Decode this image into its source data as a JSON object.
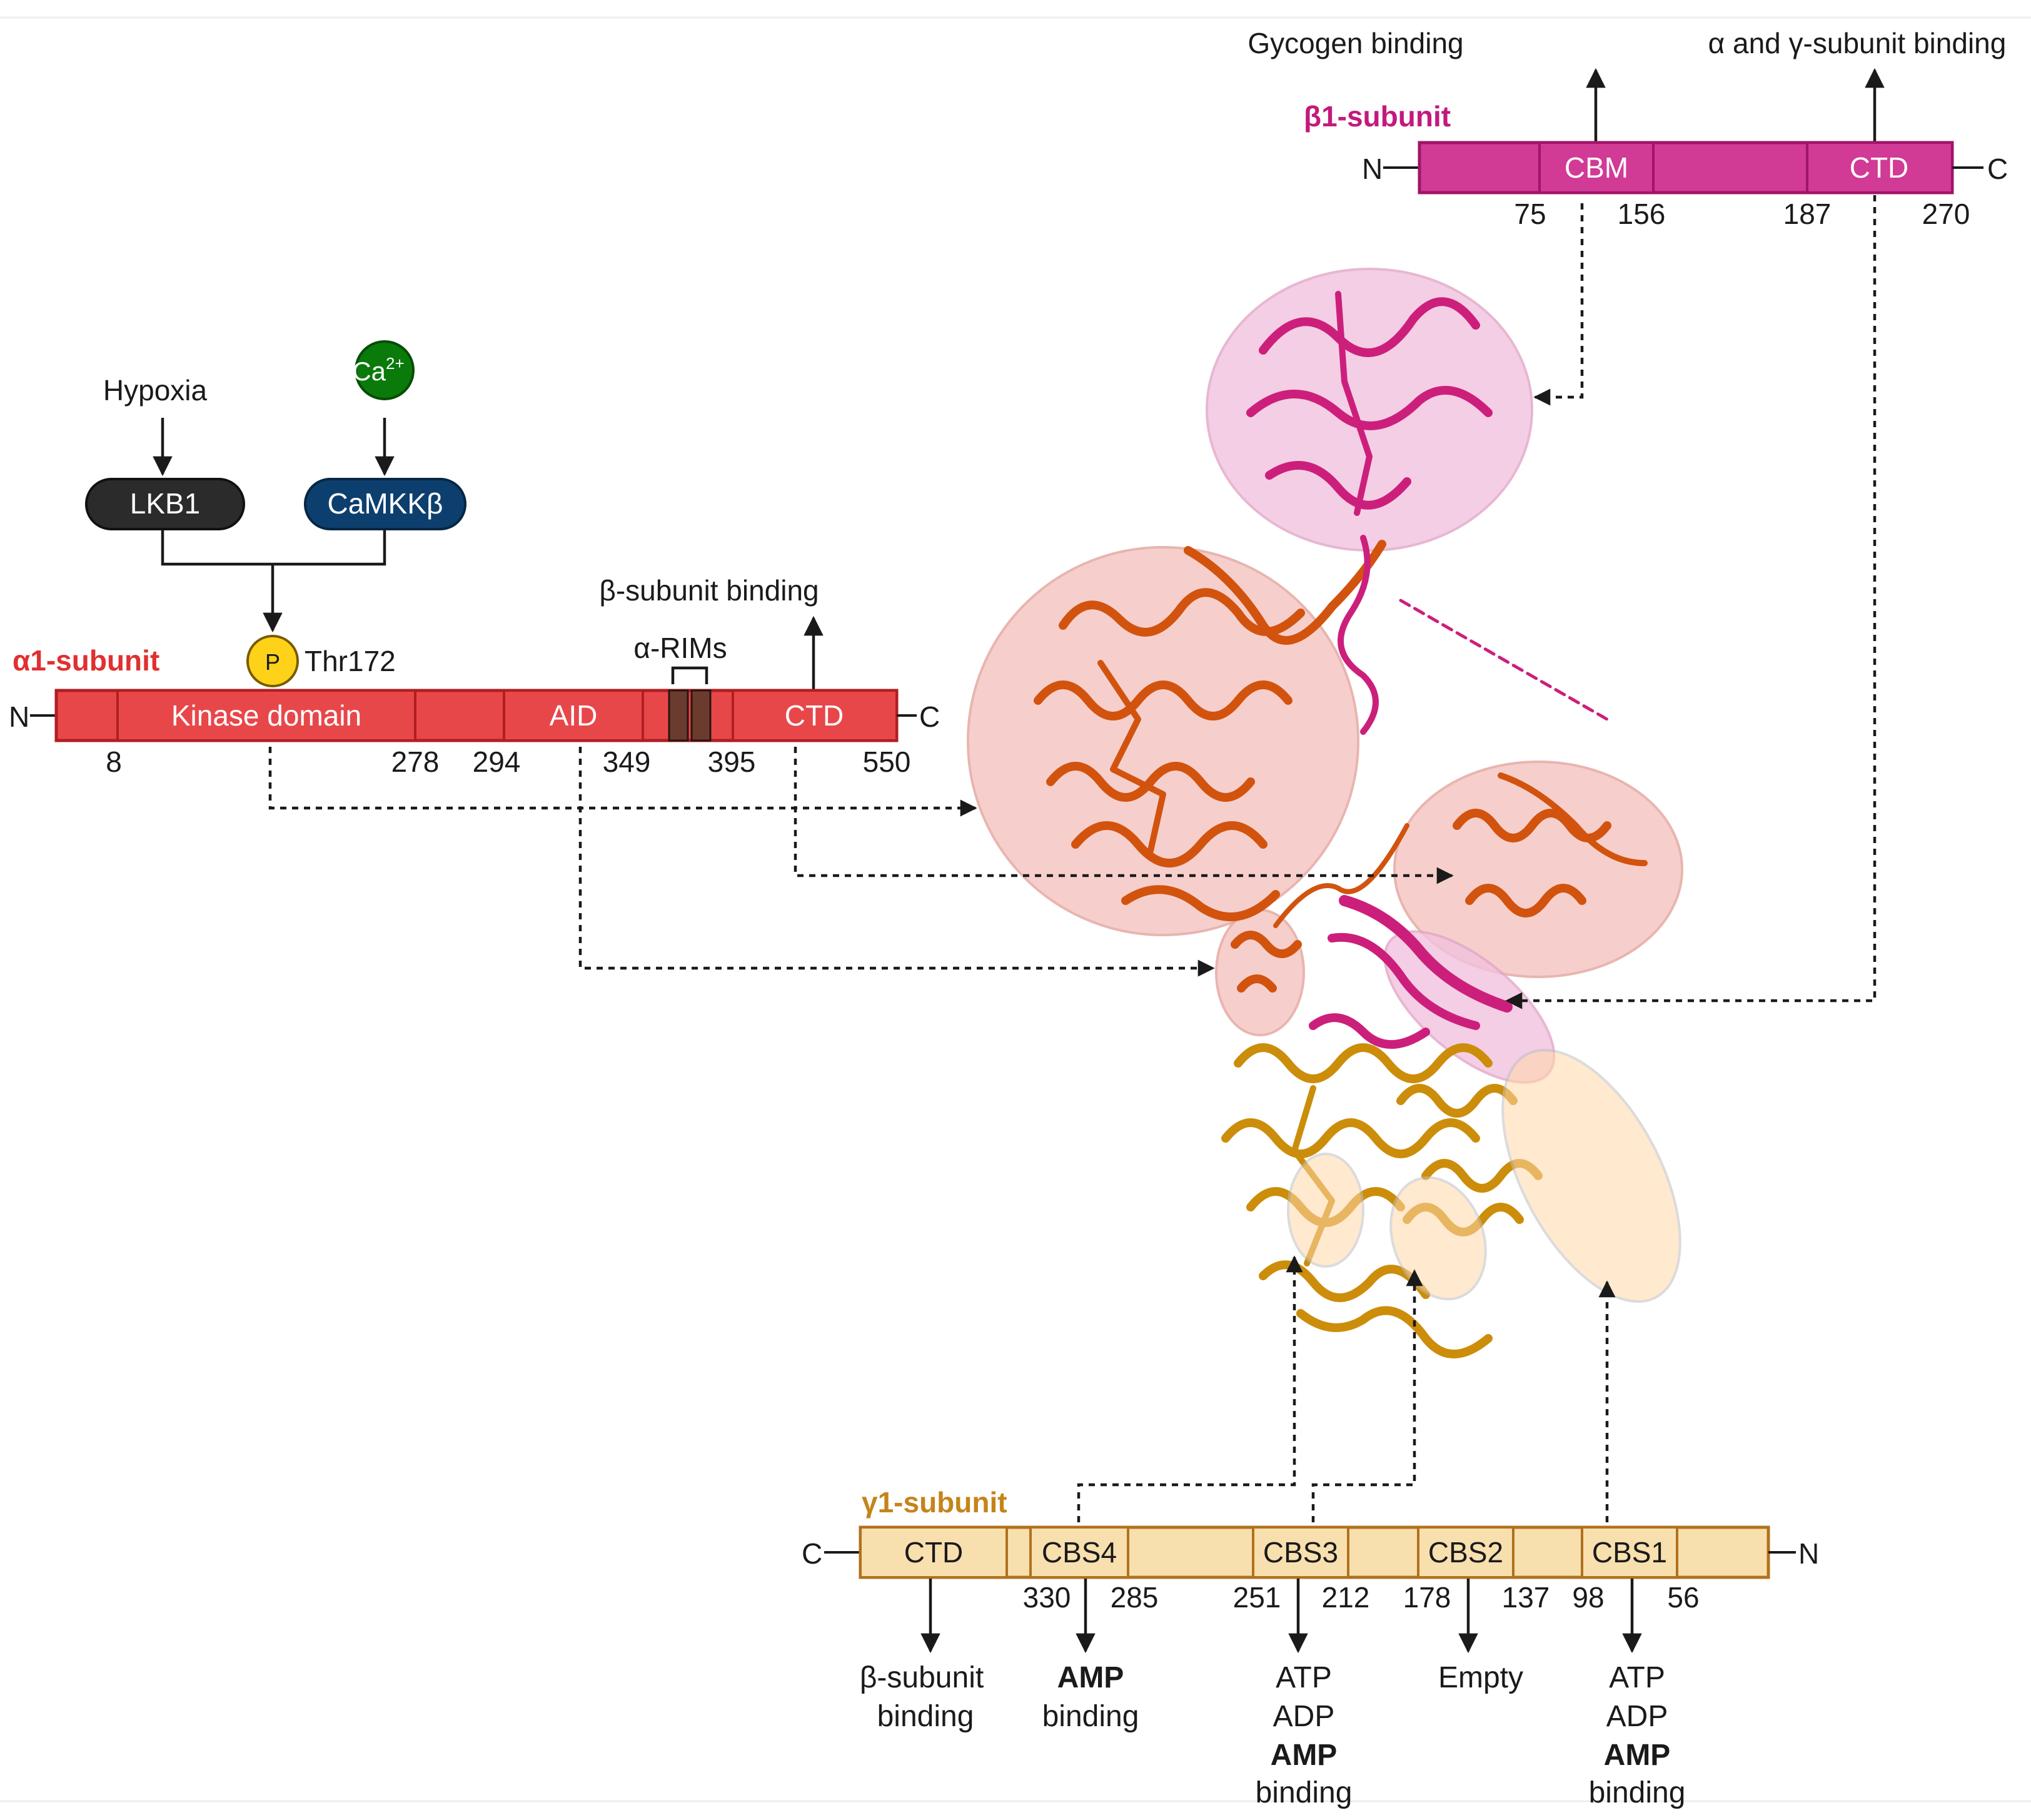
{
  "alpha": {
    "title": "α1-subunit",
    "n_label": "N",
    "c_label": "C",
    "domains": {
      "kinase": "Kinase domain",
      "aid": "AID",
      "ctd": "CTD"
    },
    "positions": {
      "p8": "8",
      "p278": "278",
      "p294": "294",
      "p349": "349",
      "p395": "395",
      "p550": "550"
    },
    "rims_label": "α-RIMs",
    "phospho_badge": "P",
    "thr_label": "Thr172",
    "beta_binding": "β-subunit binding",
    "colors": {
      "bar": "#e8474a",
      "stroke": "#b01e22",
      "title": "#e03030"
    }
  },
  "upstream": {
    "hypoxia": "Hypoxia",
    "lkb1": "LKB1",
    "camkk": "CaMKKβ",
    "calcium_base": "Ca",
    "calcium_sup": "2+",
    "colors": {
      "lkb1": "#2b2b2b",
      "camkk": "#0d3f6e",
      "calcium": "#0a7a0a"
    }
  },
  "beta": {
    "title": "β1-subunit",
    "n_label": "N",
    "c_label": "C",
    "domains": {
      "cbm": "CBM",
      "ctd": "CTD"
    },
    "positions": {
      "p75": "75",
      "p156": "156",
      "p187": "187",
      "p270": "270"
    },
    "glycogen": "Gycogen binding",
    "alpha_gamma": "α and γ-subunit binding",
    "colors": {
      "bar": "#d13a95",
      "stroke": "#a0146b",
      "title": "#c21a7c"
    }
  },
  "gamma": {
    "title": "γ1-subunit",
    "n_label": "N",
    "c_label": "C",
    "domains": {
      "ctd": "CTD",
      "cbs4": "CBS4",
      "cbs3": "CBS3",
      "cbs2": "CBS2",
      "cbs1": "CBS1"
    },
    "positions": {
      "p330": "330",
      "p285": "285",
      "p251": "251",
      "p212": "212",
      "p178": "178",
      "p137": "137",
      "p98": "98",
      "p56": "56"
    },
    "ctd_function": {
      "line1": "β-subunit",
      "line2": "binding"
    },
    "cbs4_function": {
      "line1": "AMP",
      "line2": "binding"
    },
    "cbs3_function": {
      "line1": "ATP",
      "line2": "ADP",
      "line3": "AMP",
      "line4": "binding"
    },
    "cbs2_function": {
      "line1": "Empty"
    },
    "cbs1_function": {
      "line1": "ATP",
      "line2": "ADP",
      "line3": "AMP",
      "line4": "binding"
    },
    "colors": {
      "bar": "#f8dfae",
      "stroke": "#b2711c",
      "title": "#c5841a"
    }
  },
  "structure": {
    "colors": {
      "alpha": "#d2530e",
      "beta": "#cc1f7c",
      "gamma": "#cc8d0a"
    }
  }
}
